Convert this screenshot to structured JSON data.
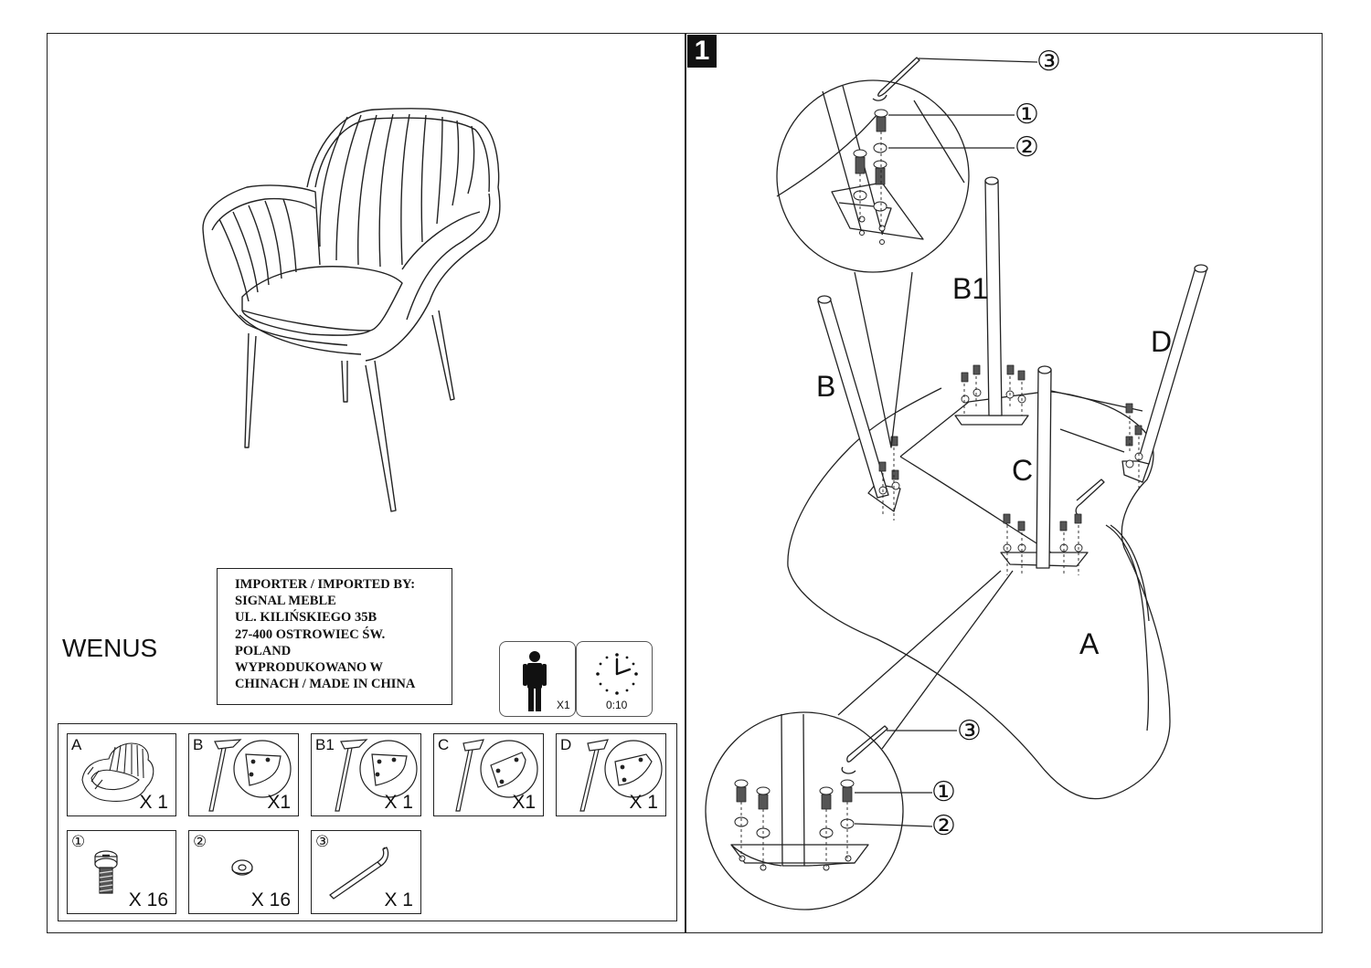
{
  "step": "1",
  "model_name": "WENUS",
  "importer": {
    "lines": [
      "IMPORTER / IMPORTED BY:",
      "SIGNAL MEBLE",
      "UL. KILIŃSKIEGO 35B",
      "27-400 OSTROWIEC ŚW.",
      "POLAND",
      "WYPRODUKOWANO W",
      "CHINACH / MADE IN CHINA"
    ]
  },
  "assembly_info": {
    "persons": "X1",
    "time": "0:10"
  },
  "parts": [
    {
      "id": "A",
      "qty": "X 1",
      "icon": "armchair-shell-icon"
    },
    {
      "id": "B",
      "qty": "X1",
      "icon": "leg-with-bracket-icon"
    },
    {
      "id": "B1",
      "qty": "X 1",
      "icon": "leg-with-bracket-icon"
    },
    {
      "id": "C",
      "qty": "X1",
      "icon": "leg-with-bracket-icon"
    },
    {
      "id": "D",
      "qty": "X 1",
      "icon": "leg-with-bracket-icon"
    }
  ],
  "hardware": [
    {
      "id": "①",
      "qty": "X 16",
      "icon": "bolt-icon"
    },
    {
      "id": "②",
      "qty": "X 16",
      "icon": "washer-icon"
    },
    {
      "id": "③",
      "qty": "X 1",
      "icon": "allen-key-icon"
    }
  ],
  "diagram_labels": {
    "leg_b": "B",
    "leg_b1": "B1",
    "leg_c": "C",
    "leg_d": "D",
    "seat": "A",
    "callout_top": [
      "③",
      "①",
      "②"
    ],
    "callout_bottom": [
      "③",
      "①",
      "②"
    ]
  }
}
